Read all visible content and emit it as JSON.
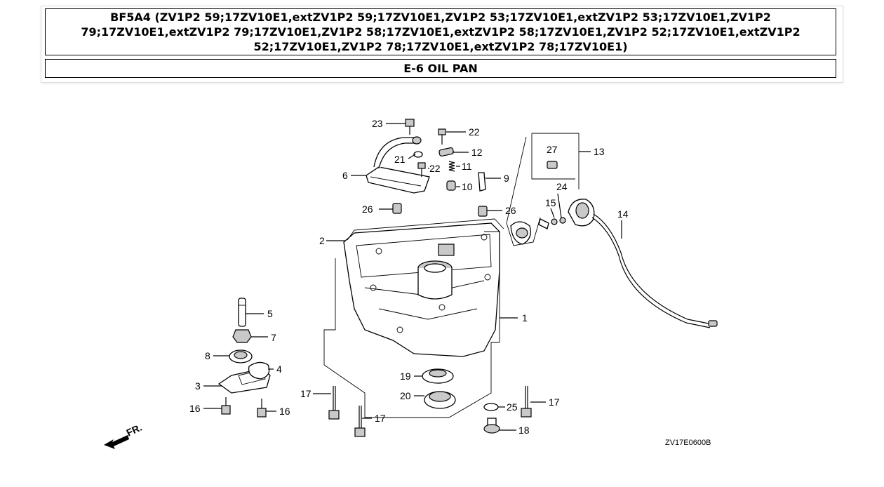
{
  "header": {
    "title": "BF5A4 (ZV1P2 59;17ZV10E1,extZV1P2 59;17ZV10E1,ZV1P2 53;17ZV10E1,extZV1P2 53;17ZV10E1,ZV1P2 79;17ZV10E1,extZV1P2 79;17ZV10E1,ZV1P2 58;17ZV10E1,extZV1P2 58;17ZV10E1,ZV1P2 52;17ZV10E1,extZV1P2 52;17ZV10E1,ZV1P2 78;17ZV10E1,extZV1P2 78;17ZV10E1)",
    "section": "E-6 OIL PAN"
  },
  "diagram": {
    "callouts": {
      "c1": "1",
      "c2": "2",
      "c3": "3",
      "c4": "4",
      "c5": "5",
      "c6": "6",
      "c7": "7",
      "c8": "8",
      "c9": "9",
      "c10": "10",
      "c11": "11",
      "c12": "12",
      "c13": "13",
      "c14": "14",
      "c15": "15",
      "c16a": "16",
      "c16b": "16",
      "c17a": "17",
      "c17b": "17",
      "c17c": "17",
      "c18": "18",
      "c19": "19",
      "c20": "20",
      "c21": "21",
      "c22a": "22",
      "c22b": "22",
      "c23": "23",
      "c24": "24",
      "c25": "25",
      "c26a": "26",
      "c26b": "26",
      "c27": "27"
    },
    "direction_label": "FR.",
    "diagram_code": "ZV17E0600B"
  }
}
